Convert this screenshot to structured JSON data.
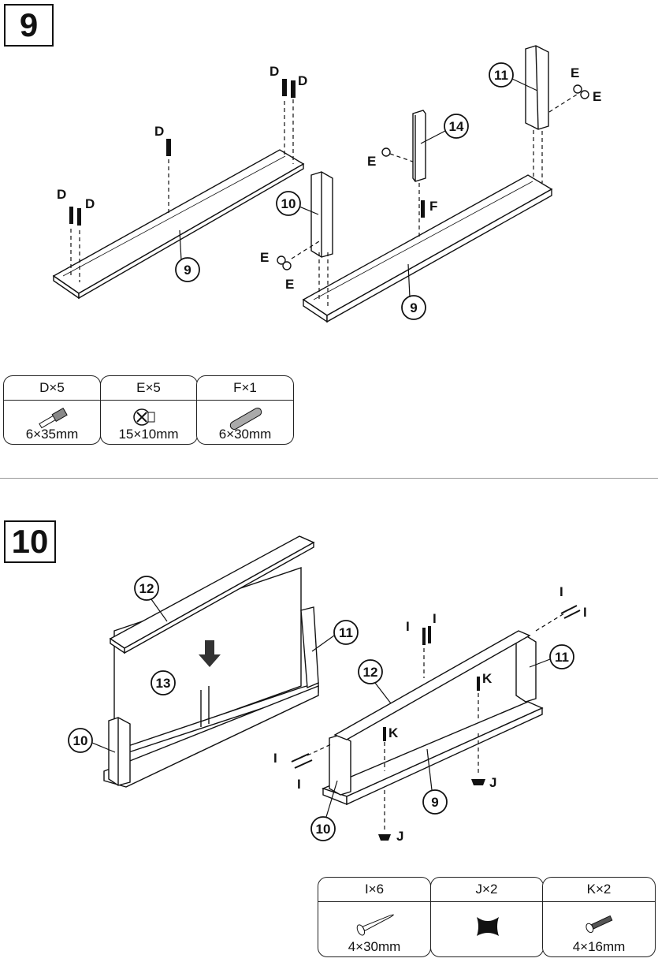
{
  "steps": {
    "step9": {
      "number": "9",
      "hardware": [
        {
          "qty": "D×5",
          "size": "6×35mm",
          "icon": "cam-bolt-icon"
        },
        {
          "qty": "E×5",
          "size": "15×10mm",
          "icon": "cam-lock-icon"
        },
        {
          "qty": "F×1",
          "size": "6×30mm",
          "icon": "wood-dowel-icon"
        }
      ],
      "callouts": {
        "p9a": "9",
        "p9b": "9",
        "p10": "10",
        "p11": "11",
        "p14": "14",
        "D": "D",
        "E": "E",
        "F": "F"
      }
    },
    "step10": {
      "number": "10",
      "hardware": [
        {
          "qty": "I×6",
          "size": "4×30mm",
          "icon": "screw-icon"
        },
        {
          "qty": "J×2",
          "size": "",
          "icon": "foot-icon"
        },
        {
          "qty": "K×2",
          "size": "4×16mm",
          "icon": "short-screw-icon"
        }
      ],
      "callouts": {
        "p12a": "12",
        "p13": "13",
        "p11a": "11",
        "p10a": "10",
        "p12b": "12",
        "p11b": "11",
        "p9": "9",
        "p10b": "10",
        "I": "I",
        "J": "J",
        "K": "K"
      }
    }
  }
}
